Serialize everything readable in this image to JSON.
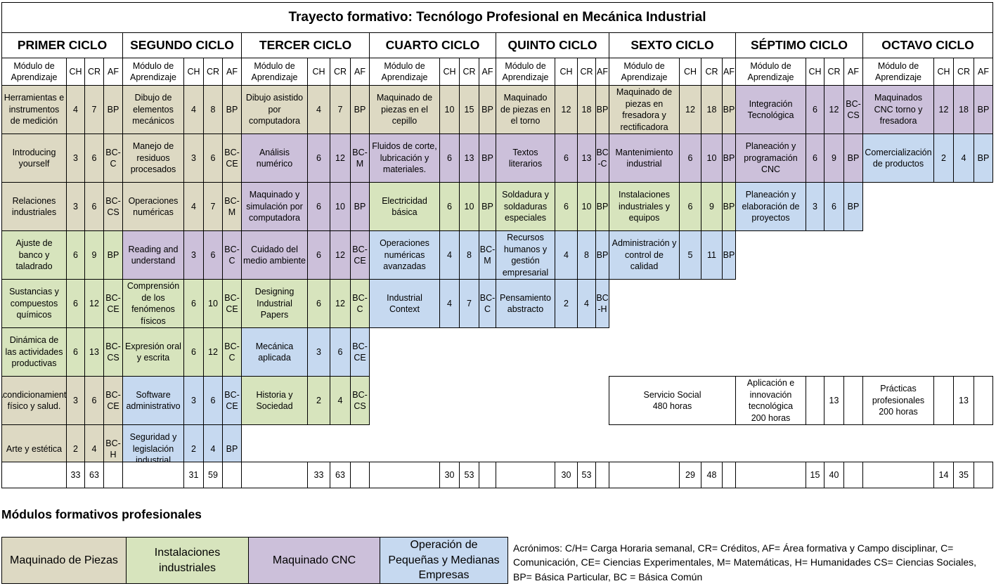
{
  "title": "Trayecto formativo: Tecnólogo Profesional en  Mecánica Industrial",
  "colors": {
    "maquinado_piezas": "#ddd9c3",
    "instalaciones": "#d7e4bd",
    "maquinado_cnc": "#ccc0da",
    "operacion": "#c6d9f0"
  },
  "column_headers": {
    "modulo": "Módulo de Aprendizaje",
    "ch": "CH",
    "cr": "CR",
    "af": "AF"
  },
  "cycles": [
    {
      "name": "PRIMER CICLO",
      "totals": {
        "ch": "33",
        "cr": "63"
      },
      "modules": [
        {
          "name": "Herramientas e instrumentos de medición",
          "ch": "4",
          "cr": "7",
          "af": "BP",
          "color": "maq"
        },
        {
          "name": "Introducing yourself",
          "ch": "3",
          "cr": "6",
          "af": "BC-C",
          "color": "maq"
        },
        {
          "name": "Relaciones industriales",
          "ch": "3",
          "cr": "6",
          "af": "BC-CS",
          "color": "maq"
        },
        {
          "name": "Ajuste de banco y taladrado",
          "ch": "6",
          "cr": "9",
          "af": "BP",
          "color": "ins"
        },
        {
          "name": "Sustancias y compuestos químicos",
          "ch": "6",
          "cr": "12",
          "af": "BC-CE",
          "color": "ins"
        },
        {
          "name": "Dinámica de las actividades productivas",
          "ch": "6",
          "cr": "13",
          "af": "BC-CS",
          "color": "ins"
        },
        {
          "name": "Acondicionamiento físico y salud.",
          "ch": "3",
          "cr": "6",
          "af": "BC-CE",
          "color": "maq"
        },
        {
          "name": "Arte y estética",
          "ch": "2",
          "cr": "4",
          "af": "BC-H",
          "color": "maq"
        }
      ]
    },
    {
      "name": "SEGUNDO CICLO",
      "totals": {
        "ch": "31",
        "cr": "59"
      },
      "modules": [
        {
          "name": "Dibujo de elementos mecánicos",
          "ch": "4",
          "cr": "8",
          "af": "BP",
          "color": "maq"
        },
        {
          "name": "Manejo de residuos procesados",
          "ch": "3",
          "cr": "6",
          "af": "BC-CE",
          "color": "maq"
        },
        {
          "name": "Operaciones numéricas",
          "ch": "4",
          "cr": "7",
          "af": "BC-M",
          "color": "maq"
        },
        {
          "name": "Reading and understand",
          "ch": "3",
          "cr": "6",
          "af": "BC-C",
          "color": "cnc"
        },
        {
          "name": "Comprensión de los fenómenos físicos",
          "ch": "6",
          "cr": "10",
          "af": "BC-CE",
          "color": "ins"
        },
        {
          "name": "Expresión oral y escrita",
          "ch": "6",
          "cr": "12",
          "af": "BC-C",
          "color": "ins"
        },
        {
          "name": "Software administrativo",
          "ch": "3",
          "cr": "6",
          "af": "BC-CE",
          "color": "op"
        },
        {
          "name": "Seguridad y legislación industrial",
          "ch": "2",
          "cr": "4",
          "af": "BP",
          "color": "op"
        }
      ]
    },
    {
      "name": "TERCER CICLO",
      "totals": {
        "ch": "33",
        "cr": "63"
      },
      "modules": [
        {
          "name": "Dibujo asistido por computadora",
          "ch": "4",
          "cr": "7",
          "af": "BP",
          "color": "maq"
        },
        {
          "name": "Análisis numérico",
          "ch": "6",
          "cr": "12",
          "af": "BC-M",
          "color": "cnc"
        },
        {
          "name": "Maquinado y simulación por computadora",
          "ch": "6",
          "cr": "10",
          "af": "BP",
          "color": "cnc"
        },
        {
          "name": "Cuidado del medio ambiente",
          "ch": "6",
          "cr": "12",
          "af": "BC-CE",
          "color": "cnc"
        },
        {
          "name": "Designing Industrial Papers",
          "ch": "6",
          "cr": "12",
          "af": "BC-C",
          "color": "ins"
        },
        {
          "name": "Mecánica aplicada",
          "ch": "3",
          "cr": "6",
          "af": "BC-CE",
          "color": "op"
        },
        {
          "name": "Historia y Sociedad",
          "ch": "2",
          "cr": "4",
          "af": "BC-CS",
          "color": "ins"
        }
      ]
    },
    {
      "name": "CUARTO CICLO",
      "totals": {
        "ch": "30",
        "cr": "53"
      },
      "modules": [
        {
          "name": "Maquinado de piezas en el cepillo",
          "ch": "10",
          "cr": "15",
          "af": "BP",
          "color": "maq"
        },
        {
          "name": "Fluidos de corte, lubricación y materiales.",
          "ch": "6",
          "cr": "13",
          "af": "BP",
          "color": "cnc"
        },
        {
          "name": "Electricidad básica",
          "ch": "6",
          "cr": "10",
          "af": "BP",
          "color": "ins"
        },
        {
          "name": "Operaciones numéricas avanzadas",
          "ch": "4",
          "cr": "8",
          "af": "BC-M",
          "color": "op"
        },
        {
          "name": "Industrial Context",
          "ch": "4",
          "cr": "7",
          "af": "BC-C",
          "color": "op"
        }
      ]
    },
    {
      "name": "QUINTO CICLO",
      "totals": {
        "ch": "30",
        "cr": "53"
      },
      "modules": [
        {
          "name": "Maquinado de piezas en el torno",
          "ch": "12",
          "cr": "18",
          "af": "BP",
          "color": "maq"
        },
        {
          "name": "Textos literarios",
          "ch": "6",
          "cr": "13",
          "af": "BC-C",
          "color": "cnc"
        },
        {
          "name": "Soldadura y soldaduras especiales",
          "ch": "6",
          "cr": "10",
          "af": "BP",
          "color": "ins"
        },
        {
          "name": "Recursos humanos y gestión empresarial",
          "ch": "4",
          "cr": "8",
          "af": "BP",
          "color": "op"
        },
        {
          "name": "Pensamiento abstracto",
          "ch": "2",
          "cr": "4",
          "af": "BC-H",
          "color": "op"
        }
      ]
    },
    {
      "name": "SEXTO CICLO",
      "totals": {
        "ch": "29",
        "cr": "48"
      },
      "modules": [
        {
          "name": "Maquinado de piezas en fresadora y rectificadora",
          "ch": "12",
          "cr": "18",
          "af": "BP",
          "color": "maq"
        },
        {
          "name": "Mantenimiento industrial",
          "ch": "6",
          "cr": "10",
          "af": "BP",
          "color": "cnc"
        },
        {
          "name": "Instalaciones industriales y equipos",
          "ch": "6",
          "cr": "9",
          "af": "BP",
          "color": "ins"
        },
        {
          "name": "Administración y control de calidad",
          "ch": "5",
          "cr": "11",
          "af": "BP",
          "color": "op"
        }
      ]
    },
    {
      "name": "SÉPTIMO CICLO",
      "totals": {
        "ch": "15",
        "cr": "40"
      },
      "modules": [
        {
          "name": "Integración Tecnológica",
          "ch": "6",
          "cr": "12",
          "af": "BC-CS",
          "color": "cnc"
        },
        {
          "name": "Planeación y programación CNC",
          "ch": "6",
          "cr": "9",
          "af": "BP",
          "color": "cnc"
        },
        {
          "name": "Planeación y elaboración de proyectos",
          "ch": "3",
          "cr": "6",
          "af": "BP",
          "color": "op"
        }
      ]
    },
    {
      "name": "OCTAVO CICLO",
      "totals": {
        "ch": "14",
        "cr": "35"
      },
      "modules": [
        {
          "name": "Maquinados CNC torno y fresadora",
          "ch": "12",
          "cr": "18",
          "af": "BP",
          "color": "cnc"
        },
        {
          "name": "Comercialización de productos",
          "ch": "2",
          "cr": "4",
          "af": "BP",
          "color": "op"
        }
      ]
    }
  ],
  "extras": {
    "servicio_social": "Servicio Social\n480 horas",
    "aplicacion": "Aplicación e innovación tecnológica\n200 horas",
    "aplicacion_cr": "13",
    "practicas": "Prácticas profesionales\n200 horas",
    "practicas_cr": "13"
  },
  "section_title": "Módulos formativos profesionales",
  "legend": [
    {
      "label": "Maquinado de Piezas",
      "color": "maq"
    },
    {
      "label": "Instalaciones industriales",
      "color": "ins"
    },
    {
      "label": "Maquinado CNC",
      "color": "cnc"
    },
    {
      "label": "Operación de Pequeñas y Medianas Empresas",
      "color": "op"
    }
  ],
  "acronyms": "Acrónimos: C/H= Carga Horaria semanal, CR= Créditos, AF= Área formativa y Campo disciplinar, C= Comunicación, CE= Ciencias Experimentales, M= Matemáticas, H= Humanidades  CS= Ciencias Sociales, BP= Básica Particular, BC = Básica Común"
}
